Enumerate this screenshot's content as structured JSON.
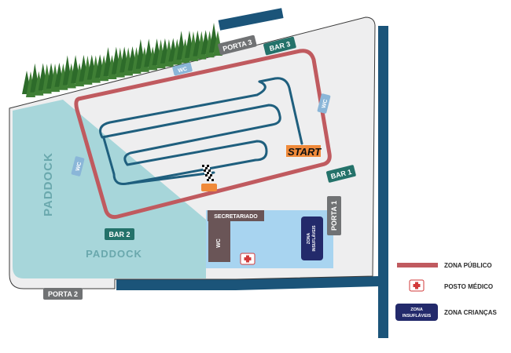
{
  "labels": {
    "porta_1": "PORTA 1",
    "porta_2": "PORTA 2",
    "porta_3": "PORTA 3",
    "bar_1": "BAR 1",
    "bar_2": "BAR 2",
    "bar_3": "BAR 3",
    "wc": "WC",
    "paddock": "PADDOCK",
    "start": "START",
    "secretariado": "SECRETARIADO",
    "zona_insuflaveis_line1": "ZONA",
    "zona_insuflaveis_line2": "INSUFLÁVEIS"
  },
  "legend": {
    "zona_publico": "ZONA PÚBLICO",
    "posto_medico": "POSTO MÉDICO",
    "zona_criancas": "ZONA CRIANÇAS",
    "badge_line1": "ZONA",
    "badge_line2": "INSUFLÁVEIS"
  },
  "colors": {
    "venue": "#eeeeef",
    "paddock": "#a7d6da",
    "public_zone": "#c05a5f",
    "kids_zone": "#a8d4f0",
    "track": "#1f5f7e",
    "road": "#1b5479",
    "gate_label": "#707274",
    "bar_label": "#24726a",
    "wc_label": "#8ab6d8",
    "secretariado": "#6a5557",
    "insuflaveis": "#232a6b",
    "tree": "#2d6b2a"
  },
  "icons": {
    "medical": "medical-cross-icon",
    "finish": "checkered-flag-icon",
    "trees": "tree-icon"
  }
}
